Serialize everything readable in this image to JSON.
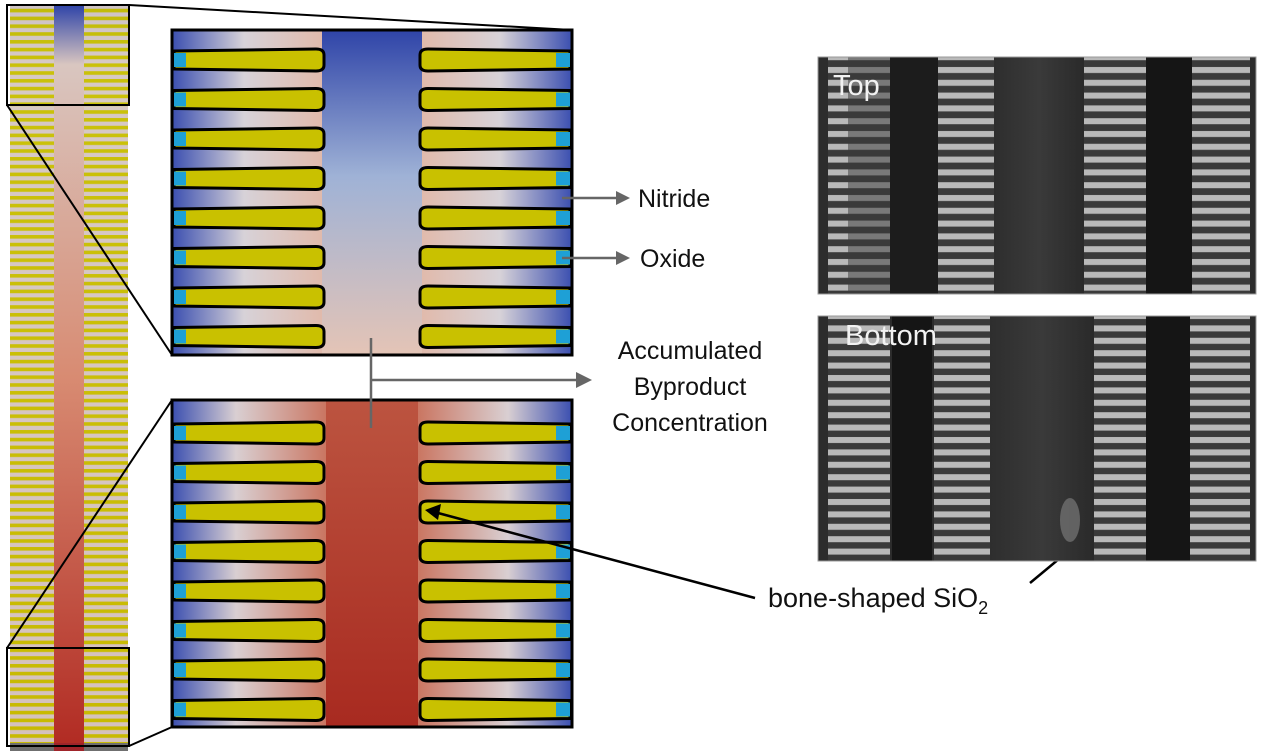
{
  "labels": {
    "nitride": "Nitride",
    "oxide": "Oxide",
    "accumulated_line1": "Accumulated",
    "accumulated_line2": "Byproduct",
    "accumulated_line3": "Concentration",
    "bone_prefix": "bone-shaped SiO",
    "bone_subscript": "2"
  },
  "sem": {
    "top_label": "Top",
    "bottom_label": "Bottom"
  },
  "colors": {
    "oxide_yellow": "#c9c100",
    "nitride_blue": "#1ea0d6",
    "gradient_blue": "#3b4fb0",
    "gradient_mid": "#d8cfc9",
    "gradient_red": "#b43a2c",
    "sem_background": "#2a2a2a"
  }
}
